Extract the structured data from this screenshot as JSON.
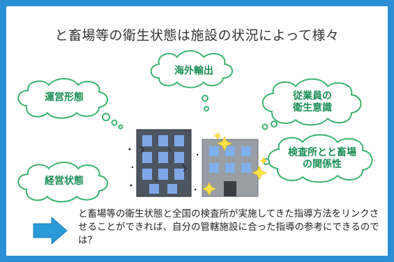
{
  "title": "と畜場等の衛生状態は施設の状況によって様々",
  "clouds": {
    "top": "海外輸出",
    "left_upper": "運営形態",
    "left_lower": "経営状態",
    "right_upper": "従業員の\n衛生意識",
    "right_lower": "検査所とと畜場\nの関係性"
  },
  "note": "と畜場等の衛生状態と全国の検査所が実施してきた指導方法をリンクさせることができれば、自分の管轄施設に合った指導の参考にできるのでは？",
  "icons": [
    "arrow-right-icon",
    "dirty-building-icon",
    "clean-building-icon",
    "sparkle-icon",
    "thought-cloud-icon"
  ],
  "colors": {
    "frame": "#2b8fd6",
    "cloud_text": "#1b8f55",
    "cloud_stroke": "#3cb371",
    "arrow": "#2a9ad8"
  }
}
